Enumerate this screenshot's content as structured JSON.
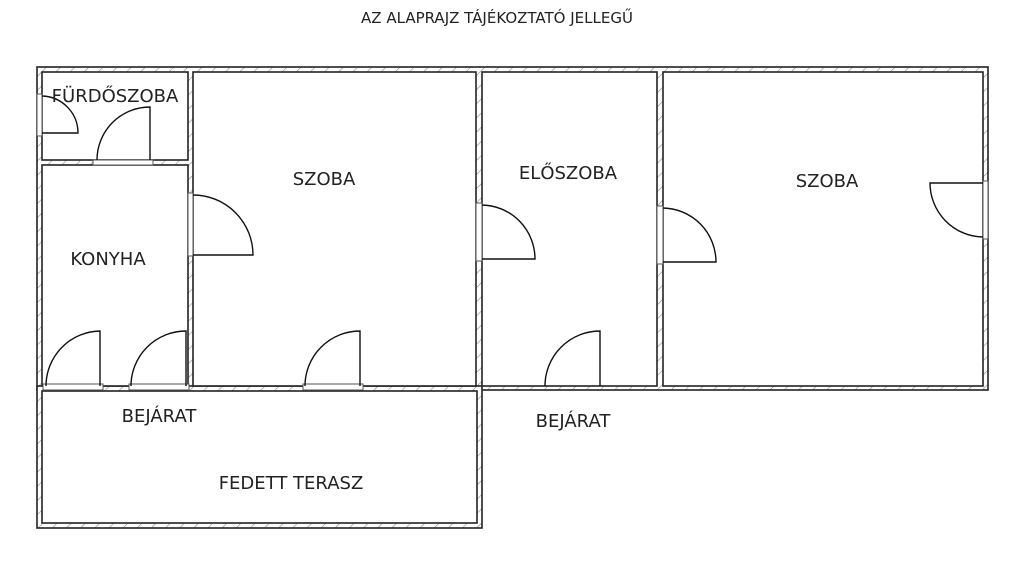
{
  "title": "AZ ALAPRAJZ TÁJÉKOZTATÓ JELLEGŰ",
  "rooms": {
    "bathroom": "FÜRDŐSZOBA",
    "kitchen": "KONYHA",
    "room1": "SZOBA",
    "hall": "ELŐSZOBA",
    "room2": "SZOBA",
    "terrace": "FEDETT TERASZ"
  },
  "entrances": {
    "left": "BEJÁRAT",
    "right": "BEJÁRAT"
  },
  "colors": {
    "wall": "#222222",
    "background": "#ffffff"
  }
}
